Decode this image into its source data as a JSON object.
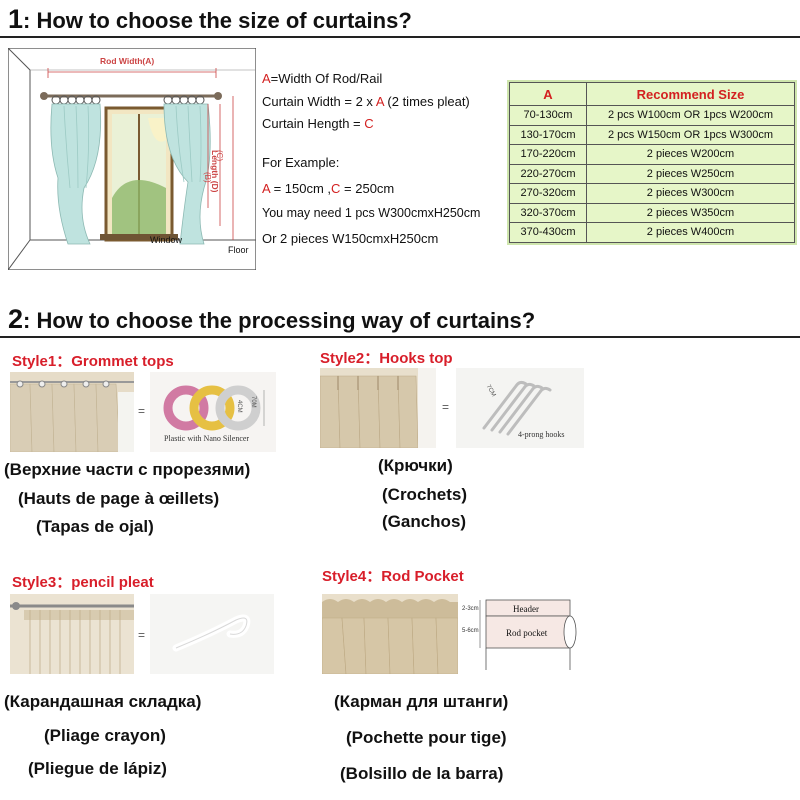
{
  "section1": {
    "number": "1",
    "colon": ":",
    "title": "How to choose the size of curtains?"
  },
  "section2": {
    "number": "2",
    "colon": ":",
    "title": "How to choose the processing way of curtains?"
  },
  "diagram": {
    "rod_label": "Rod Width(A)",
    "length_label": "Length (D)",
    "b_label": "(B)",
    "c_label": "(C)",
    "window_label": "Window",
    "floor_label": "Floor"
  },
  "info": {
    "a_letter": "A",
    "a_text": "=Width Of Rod/Rail",
    "width_text": "Curtain Width = 2 x ",
    "width_a": "A",
    "width_suffix": " (2 times pleat)",
    "height_text": "Curtain Hength = ",
    "height_c": "C",
    "example_title": "For Example:",
    "ex_a": "A",
    "ex_mid": " = 150cm ,",
    "ex_c": "C",
    "ex_end": " = 250cm",
    "may_need": "You may need 1 pcs W300cmxH250cm",
    "or_two": "Or 2 pieces W150cmxH250cm"
  },
  "size_table": {
    "headers": [
      "A",
      "Recommend Size"
    ],
    "rows": [
      [
        "70-130cm",
        "2 pcs W100cm OR 1pcs W200cm"
      ],
      [
        "130-170cm",
        "2 pcs W150cm OR 1pcs W300cm"
      ],
      [
        "170-220cm",
        "2 pieces W200cm"
      ],
      [
        "220-270cm",
        "2 pieces W250cm"
      ],
      [
        "270-320cm",
        "2 pieces W300cm"
      ],
      [
        "320-370cm",
        "2 pieces W350cm"
      ],
      [
        "370-430cm",
        "2 pieces W400cm"
      ]
    ]
  },
  "styles": [
    {
      "title": "Style1：Grommet tops",
      "product_caption": "Plastic with Nano Silencer",
      "dim_outer": "70M",
      "dim_inner": "4CM",
      "translations": [
        "(Верхние части с прорезями)",
        "(Hauts de page à œillets)",
        "(Tapas de ojal)"
      ]
    },
    {
      "title": "Style2：Hooks top",
      "product_caption": "4-prong hooks",
      "dim_outer": "7CM",
      "translations": [
        "(Крючки)",
        "(Crochets)",
        "(Ganchos)"
      ]
    },
    {
      "title": "Style3：pencil pleat",
      "translations": [
        "(Карандашная складка)",
        "(Pliage crayon)",
        "(Pliegue de lápiz)"
      ]
    },
    {
      "title": "Style4：Rod Pocket",
      "header_label": "Header",
      "pocket_label": "Rod pocket",
      "dim_header": "2-3cm",
      "dim_pocket": "5-6cm",
      "translations": [
        "(Карман для штанги)",
        "(Pochette pour tige)",
        "(Bolsillo de la barra)"
      ]
    }
  ],
  "equal_sign": "=",
  "colors": {
    "accent_red": "#d81e2a",
    "table_bg": "#e6f6c8",
    "curtain_teal": "#bfe3df",
    "fabric_beige": "#d9cdb5"
  }
}
